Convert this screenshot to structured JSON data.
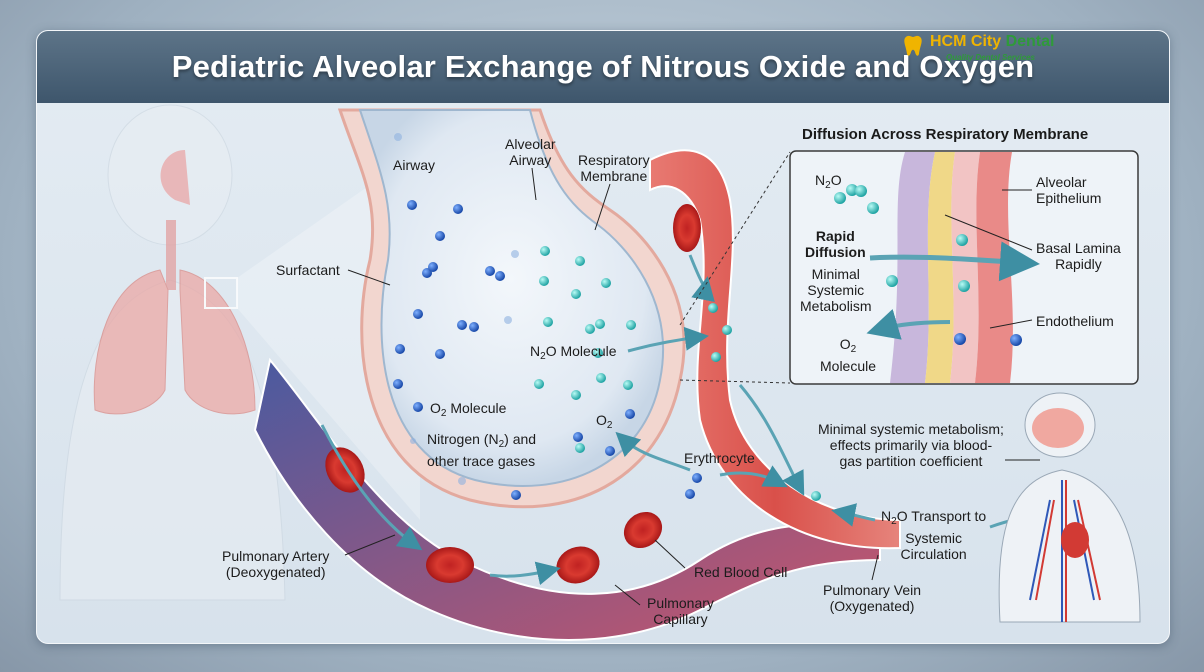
{
  "title": "Pediatric Alveolar Exchange of Nitrous Oxide and Oxygen",
  "logo": {
    "brand_a": "HCM City ",
    "brand_b": "Dental",
    "tagline": "Quality Dental Services"
  },
  "labels": {
    "airway": "Airway",
    "alveolar_airway": [
      "Alveolar",
      "Airway"
    ],
    "respiratory_membrane": [
      "Respiratory",
      "Membrane"
    ],
    "surfactant": "Surfactant",
    "n2o_molecule": "Molecule",
    "o2_molecule": "Molecule",
    "nitrogen": [
      "Nitrogen (N",
      ") and",
      "other trace gases"
    ],
    "o2_short": "O",
    "erythrocyte": "Erythrocyte",
    "pulmonary_artery": [
      "Pulmonary Artery",
      "(Deoxygenated)"
    ],
    "red_blood_cell": "Red Blood Cell",
    "pulmonary_capillary": [
      "Pulmonary",
      "Capillary"
    ],
    "pulmonary_vein": [
      "Pulmonary Vein",
      "(Oxygenated)"
    ],
    "n2o_transport": [
      " Transport to",
      "Systemic",
      "Circulation"
    ],
    "metabolism_note": [
      "Minimal systemic metabolism;",
      "effects primarily via blood-",
      "gas partition coefficient"
    ]
  },
  "inset": {
    "title": "Diffusion Across Respiratory Membrane",
    "n2o": "N",
    "rapid_diffusion": [
      "Rapid",
      "Diffusion"
    ],
    "minimal_metabolism": [
      "Minimal",
      "Systemic",
      "Metabolism"
    ],
    "o2_molecule": [
      "O",
      "Molecule"
    ],
    "alveolar_epithelium": [
      "Alveolar",
      "Epithelium"
    ],
    "basal_lamina": [
      "Basal Lamina",
      "Rapidly"
    ],
    "endothelium": "Endothelium"
  },
  "colors": {
    "title_bar": "#4a6278",
    "o2_molecule": "#1f5fc4",
    "n2o_molecule": "#2ec4c0",
    "vessel": "#d8504a",
    "arrow": "#5fa8b8"
  }
}
